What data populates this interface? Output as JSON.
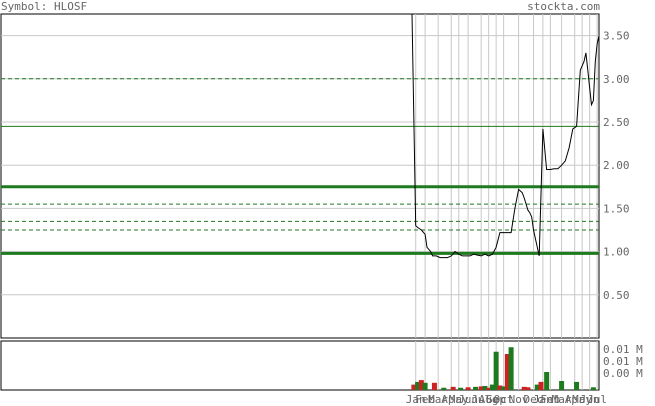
{
  "header": {
    "symbol_text": "Symbol: HLOSF",
    "site_text": "stockta.com"
  },
  "chart_data": [
    {
      "type": "line",
      "title": "",
      "ylim": [
        0.0,
        3.75
      ],
      "yticks": [
        0.5,
        1.0,
        1.5,
        2.0,
        2.5,
        3.0,
        3.5
      ],
      "ytick_labels": [
        "0.50",
        "1.00",
        "1.50",
        "2.00",
        "2.50",
        "3.00",
        "3.50"
      ],
      "xlim": [
        0,
        100
      ],
      "x_tick_labels": [
        {
          "x": 2,
          "label": "Jan"
        },
        {
          "x": 7,
          "label": "Feb"
        },
        {
          "x": 14,
          "label": "Mar"
        },
        {
          "x": 21,
          "label": "Apr"
        },
        {
          "x": 25,
          "label": "May"
        },
        {
          "x": 30,
          "label": "Jun"
        },
        {
          "x": 37,
          "label": "Jul"
        },
        {
          "x": 41,
          "label": "Aug"
        },
        {
          "x": 45,
          "label": "Sep"
        },
        {
          "x": 49,
          "label": "Oct"
        },
        {
          "x": 57,
          "label": "Nov"
        },
        {
          "x": 65,
          "label": "Dec"
        },
        {
          "x": 70,
          "label": "Jan"
        },
        {
          "x": 74,
          "label": "Feb"
        },
        {
          "x": 80,
          "label": "Mar"
        },
        {
          "x": 87,
          "label": "Apr"
        },
        {
          "x": 91,
          "label": "May"
        },
        {
          "x": 95,
          "label": "Jun"
        },
        {
          "x": 99,
          "label": "Jul"
        }
      ],
      "series": [
        {
          "color": "#000000",
          "x": [
            0,
            1,
            2,
            3,
            5,
            7,
            8,
            10,
            11,
            13,
            15,
            17,
            19,
            21,
            23,
            25,
            27,
            29,
            31,
            33,
            35,
            37,
            39,
            41,
            43,
            45,
            47,
            49,
            51,
            53,
            55,
            57,
            58,
            59,
            60,
            61,
            62,
            63,
            64,
            65,
            66,
            67,
            68,
            70,
            72,
            74,
            76,
            78,
            80,
            82,
            84,
            86,
            88,
            90,
            92,
            93,
            94,
            95,
            96,
            97,
            98,
            99,
            100
          ],
          "y": [
            5.0,
            2.5,
            1.3,
            1.28,
            1.25,
            1.2,
            1.05,
            1.0,
            0.95,
            0.95,
            0.93,
            0.93,
            0.93,
            0.95,
            1.0,
            0.97,
            0.95,
            0.95,
            0.95,
            0.97,
            0.96,
            0.95,
            0.97,
            0.95,
            0.97,
            1.05,
            1.22,
            1.22,
            1.22,
            1.22,
            1.5,
            1.72,
            1.7,
            1.68,
            1.62,
            1.55,
            1.48,
            1.45,
            1.4,
            1.25,
            1.15,
            1.05,
            0.95,
            2.42,
            1.95,
            1.95,
            1.96,
            1.96,
            2.0,
            2.05,
            2.2,
            2.42,
            2.45,
            3.1,
            3.2,
            3.3,
            3.1,
            2.9,
            2.7,
            2.75,
            3.2,
            3.4,
            3.5
          ]
        }
      ],
      "horizontal_lines": [
        {
          "y": 3.0,
          "style": "dashed",
          "color": "#1e7a1e"
        },
        {
          "y": 2.45,
          "style": "solid",
          "color": "#1e7a1e"
        },
        {
          "y": 1.75,
          "style": "solid-thick",
          "color": "#1e7a1e"
        },
        {
          "y": 1.55,
          "style": "dashed",
          "color": "#1e7a1e"
        },
        {
          "y": 1.35,
          "style": "dashed",
          "color": "#1e7a1e"
        },
        {
          "y": 1.25,
          "style": "dashed",
          "color": "#1e7a1e"
        },
        {
          "y": 0.98,
          "style": "solid-thick",
          "color": "#1e7a1e"
        }
      ]
    },
    {
      "type": "bar",
      "title": "",
      "ytick_labels": [
        "0.01 M",
        "0.01 M",
        "0.00 M"
      ],
      "bars": [
        {
          "x": 1,
          "value": 0.12,
          "color": "#cc2222"
        },
        {
          "x": 3,
          "value": 0.18,
          "color": "#1e7a1e"
        },
        {
          "x": 5,
          "value": 0.22,
          "color": "#cc2222"
        },
        {
          "x": 7,
          "value": 0.16,
          "color": "#1e7a1e"
        },
        {
          "x": 12,
          "value": 0.16,
          "color": "#cc2222"
        },
        {
          "x": 17,
          "value": 0.05,
          "color": "#1e7a1e"
        },
        {
          "x": 22,
          "value": 0.07,
          "color": "#cc2222"
        },
        {
          "x": 26,
          "value": 0.05,
          "color": "#1e7a1e"
        },
        {
          "x": 30,
          "value": 0.06,
          "color": "#cc2222"
        },
        {
          "x": 34,
          "value": 0.07,
          "color": "#1e7a1e"
        },
        {
          "x": 37,
          "value": 0.08,
          "color": "#cc2222"
        },
        {
          "x": 39,
          "value": 0.09,
          "color": "#1e7a1e"
        },
        {
          "x": 41,
          "value": 0.05,
          "color": "#cc2222"
        },
        {
          "x": 43,
          "value": 0.12,
          "color": "#1e7a1e"
        },
        {
          "x": 45,
          "value": 0.85,
          "color": "#1e7a1e"
        },
        {
          "x": 47,
          "value": 0.1,
          "color": "#cc2222"
        },
        {
          "x": 49,
          "value": 0.08,
          "color": "#1e7a1e"
        },
        {
          "x": 51,
          "value": 0.8,
          "color": "#cc2222"
        },
        {
          "x": 53,
          "value": 0.95,
          "color": "#1e7a1e"
        },
        {
          "x": 60,
          "value": 0.07,
          "color": "#cc2222"
        },
        {
          "x": 62,
          "value": 0.06,
          "color": "#cc2222"
        },
        {
          "x": 67,
          "value": 0.12,
          "color": "#1e7a1e"
        },
        {
          "x": 69,
          "value": 0.18,
          "color": "#cc2222"
        },
        {
          "x": 72,
          "value": 0.4,
          "color": "#1e7a1e"
        },
        {
          "x": 80,
          "value": 0.2,
          "color": "#1e7a1e"
        },
        {
          "x": 88,
          "value": 0.18,
          "color": "#1e7a1e"
        },
        {
          "x": 97,
          "value": 0.06,
          "color": "#1e7a1e"
        }
      ]
    }
  ]
}
